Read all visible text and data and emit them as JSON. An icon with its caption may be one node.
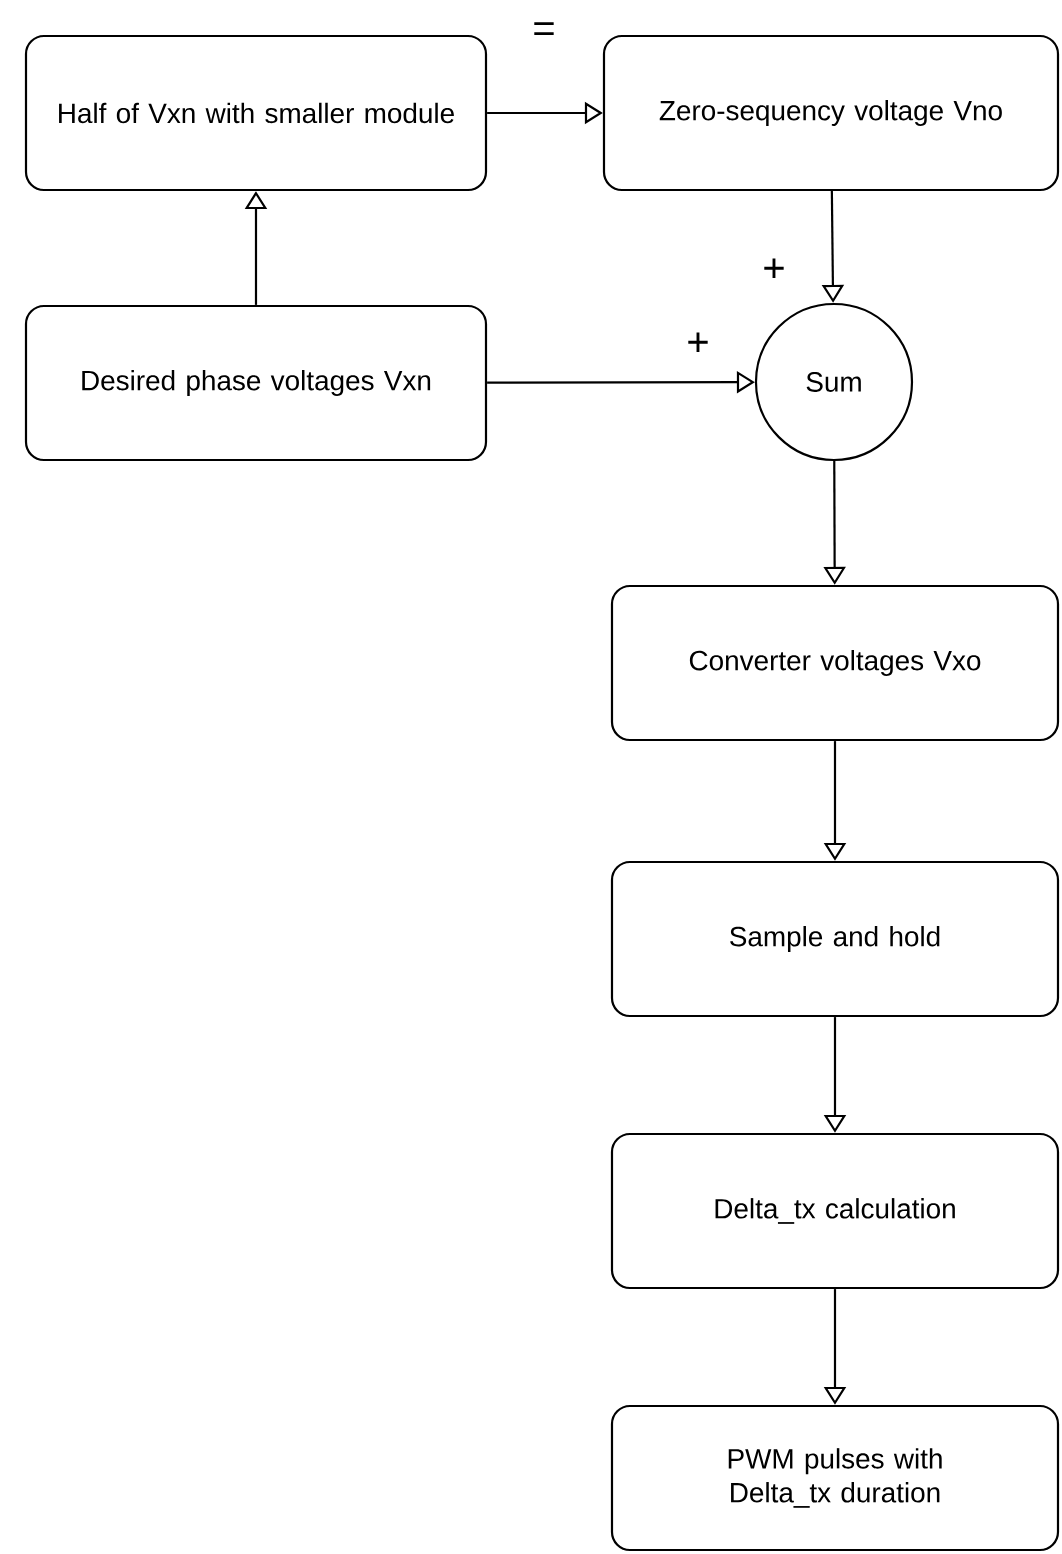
{
  "diagram": {
    "nodes": [
      {
        "text": [
          "Half of Vxn with smaller module"
        ]
      },
      {
        "text": [
          "Zero-sequency voltage Vno"
        ]
      },
      {
        "text": [
          "Desired phase voltages Vxn"
        ]
      },
      {
        "text": [
          "Sum"
        ]
      },
      {
        "text": [
          "Converter voltages Vxo"
        ]
      },
      {
        "text": [
          "Sample and hold"
        ]
      },
      {
        "text": [
          "Delta_tx calculation"
        ]
      },
      {
        "text": [
          "PWM pulses with Delta_tx duration"
        ]
      }
    ],
    "edges": [
      {
        "from": 2,
        "to": 0,
        "arrow": "to"
      },
      {
        "from": 0,
        "to": 1,
        "arrow": "to",
        "label": "="
      },
      {
        "from": 1,
        "to": 3,
        "arrow": "to",
        "label": "+"
      },
      {
        "from": 2,
        "to": 3,
        "arrow": "to",
        "label": "+"
      },
      {
        "from": 3,
        "to": 4,
        "arrow": "to"
      },
      {
        "from": 4,
        "to": 5,
        "arrow": "to"
      },
      {
        "from": 5,
        "to": 6,
        "arrow": "to"
      },
      {
        "from": 6,
        "to": 7,
        "arrow": "to"
      }
    ]
  }
}
